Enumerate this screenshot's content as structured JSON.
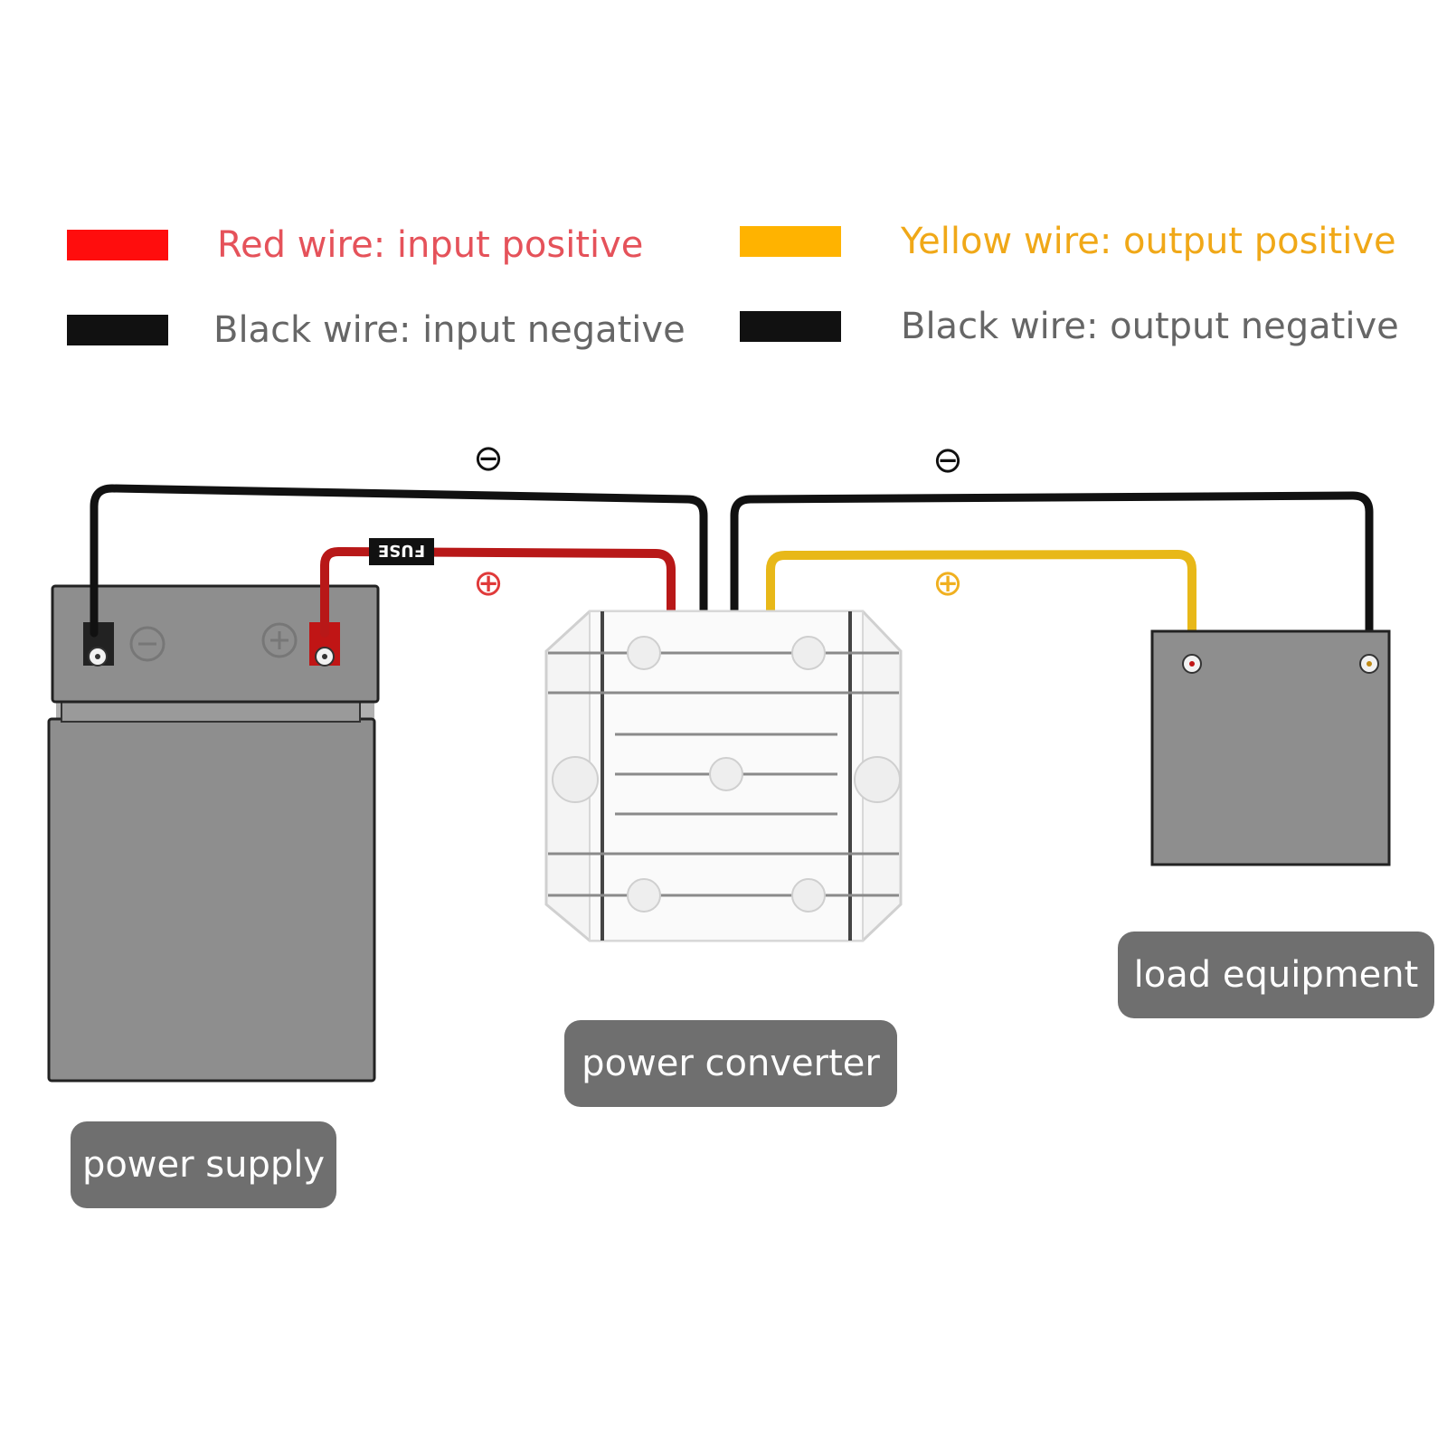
{
  "colors": {
    "red": "#ff0d0d",
    "red_text": "#e5525a",
    "yellow": "#ffb300",
    "yellow_text": "#f0a818",
    "black": "#111111",
    "gray_text": "#666666",
    "label_bg": "#6f6f6f",
    "device_gray": "#8e8e8e"
  },
  "legend": [
    {
      "color": "red",
      "text": "Red wire: input positive"
    },
    {
      "color": "black",
      "text": "Black wire: input negative"
    },
    {
      "color": "yellow",
      "text": "Yellow wire: output positive"
    },
    {
      "color": "black",
      "text": "Black wire: output negative"
    }
  ],
  "symbols": {
    "minus": "⊖",
    "plus": "⊕",
    "fuse": "FUSE"
  },
  "labels": {
    "power_supply": "power supply",
    "power_converter": "power converter",
    "load_equipment": "load equipment"
  }
}
